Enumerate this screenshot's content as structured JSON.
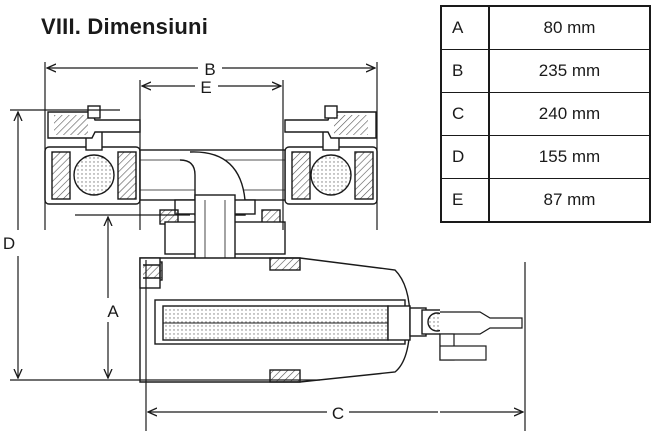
{
  "title": "VIII. Dimensiuni",
  "dimensions": [
    {
      "key": "A",
      "value": "80 mm"
    },
    {
      "key": "B",
      "value": "235 mm"
    },
    {
      "key": "C",
      "value": "240 mm"
    },
    {
      "key": "D",
      "value": "155 mm"
    },
    {
      "key": "E",
      "value": "87 mm"
    }
  ],
  "drawing_labels": {
    "a": "A",
    "b": "B",
    "c": "C",
    "d": "D",
    "e": "E"
  },
  "colors": {
    "ink": "#1a1a1a",
    "hatch": "#555555",
    "fill": "#f2f2f2"
  }
}
